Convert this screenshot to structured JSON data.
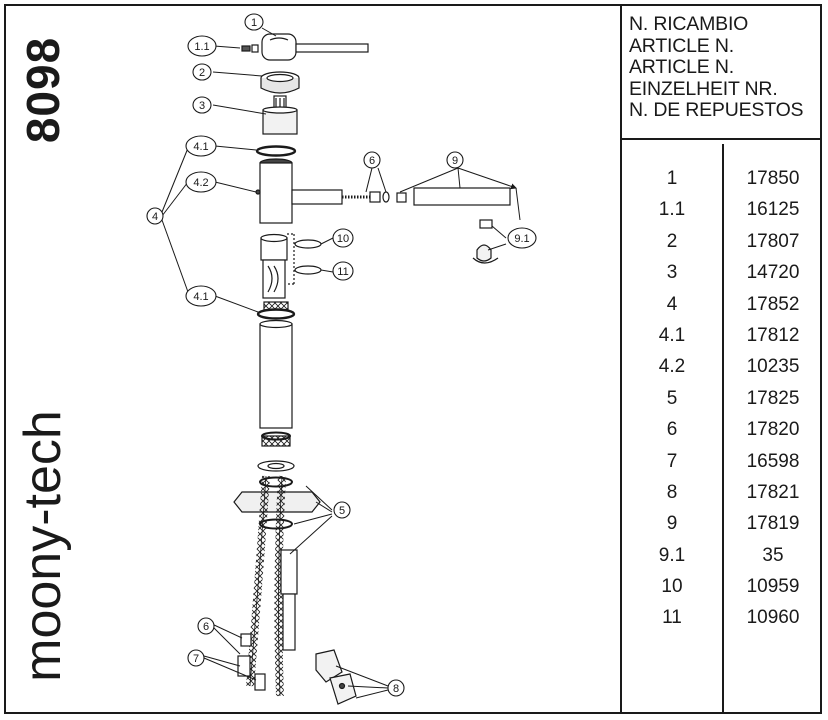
{
  "sidebar": {
    "model_number": "8098",
    "brand": "moony-tech"
  },
  "parts_table": {
    "header_lines": [
      "N. RICAMBIO",
      "ARTICLE N.",
      "ARTICLE N.",
      "EINZELHEIT NR.",
      "N. DE REPUESTOS"
    ],
    "rows": [
      {
        "item": "1",
        "code": "17850"
      },
      {
        "item": "1.1",
        "code": "16125"
      },
      {
        "item": "2",
        "code": "17807"
      },
      {
        "item": "3",
        "code": "14720"
      },
      {
        "item": "4",
        "code": "17852"
      },
      {
        "item": "4.1",
        "code": "17812"
      },
      {
        "item": "4.2",
        "code": "10235"
      },
      {
        "item": "5",
        "code": "17825"
      },
      {
        "item": "6",
        "code": "17820"
      },
      {
        "item": "7",
        "code": "16598"
      },
      {
        "item": "8",
        "code": "17821"
      },
      {
        "item": "9",
        "code": "17819"
      },
      {
        "item": "9.1",
        "code": "35"
      },
      {
        "item": "10",
        "code": "10959"
      },
      {
        "item": "11",
        "code": "10960"
      }
    ]
  },
  "callouts": {
    "c1": "1",
    "c1_1": "1.1",
    "c2": "2",
    "c3": "3",
    "c4_1_top": "4.1",
    "c4_2": "4.2",
    "c4": "4",
    "c4_1_bottom": "4.1",
    "c5": "5",
    "c6_top": "6",
    "c6_bottom": "6",
    "c7": "7",
    "c8": "8",
    "c9": "9",
    "c9_1": "9.1",
    "c10": "10",
    "c11": "11"
  }
}
